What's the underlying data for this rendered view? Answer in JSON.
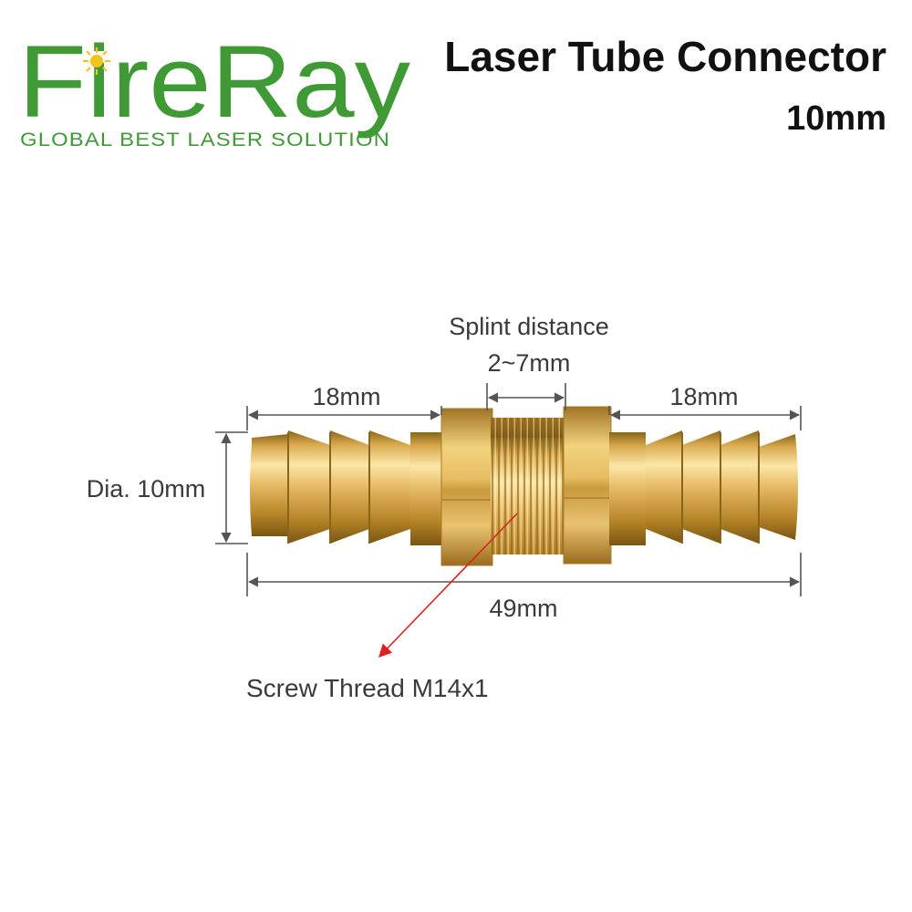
{
  "brand": {
    "logo_text": "FireRay",
    "tagline": "GLOBAL BEST LASER SOLUTION",
    "brand_color": "#3f9a35",
    "accent_color": "#f2c31b"
  },
  "header": {
    "title": "Laser Tube Connector",
    "subtitle": "10mm"
  },
  "diagram": {
    "part": "brass barbed bulkhead connector",
    "dimensions": {
      "left_barb_length": "18mm",
      "right_barb_length": "18mm",
      "splint_distance_label": "Splint distance",
      "splint_distance_value": "2~7mm",
      "diameter": "Dia. 10mm",
      "total_length": "49mm",
      "thread": "Screw Thread M14x1"
    },
    "colors": {
      "brass": "#d9a84a",
      "dimension_line": "#555555",
      "pointer": "#e02020"
    }
  }
}
